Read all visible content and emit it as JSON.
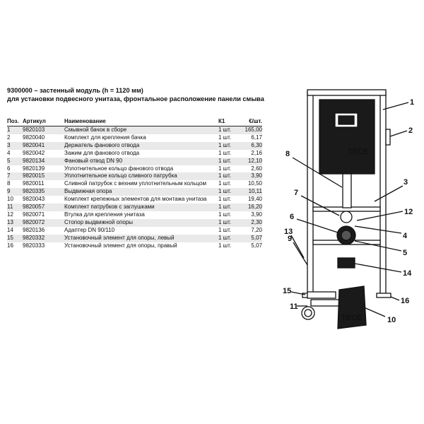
{
  "header": {
    "title_line1": "9300000 – застенный модуль (h = 1120 мм)",
    "title_line2": "для установки подвесного унитаза, фронтальное расположение  панели смыва"
  },
  "table": {
    "columns": [
      "Поз.",
      "Артикул",
      "Наименование",
      "К1",
      "€/шт."
    ],
    "rows": [
      {
        "pos": "1",
        "article": "9820103",
        "name": "Смывной бачок в сборе",
        "unit": "1 шт.",
        "price": "165,00"
      },
      {
        "pos": "2",
        "article": "9820040",
        "name": "Комплект для крепления бачка",
        "unit": "1 шт.",
        "price": "6,17"
      },
      {
        "pos": "3",
        "article": "9820041",
        "name": "Держатель фанового отвода",
        "unit": "1 шт.",
        "price": "6,30"
      },
      {
        "pos": "4",
        "article": "9820042",
        "name": "Зажим для фанового отвода",
        "unit": "1 шт.",
        "price": "2,16"
      },
      {
        "pos": "5",
        "article": "9820134",
        "name": "Фановый отвод DN 90",
        "unit": "1 шт.",
        "price": "12,10"
      },
      {
        "pos": "6",
        "article": "9820139",
        "name": "Уплотнительное кольцо фанового отвода",
        "unit": "1 шт.",
        "price": "2,60"
      },
      {
        "pos": "7",
        "article": "9820015",
        "name": "Уплотнительное кольцо сливного патрубка",
        "unit": "1 шт.",
        "price": "3,90"
      },
      {
        "pos": "8",
        "article": "9820011",
        "name": "Сливной патрубок с вехним уплотнительным кольцом",
        "unit": "1 шт.",
        "price": "10,50"
      },
      {
        "pos": "9",
        "article": "9820335",
        "name": "Выдвижная опора",
        "unit": "1 шт.",
        "price": "10,11"
      },
      {
        "pos": "10",
        "article": "9820043",
        "name": "Комплект крепежных элементов для монтажа унитаза",
        "unit": "1 шт.",
        "price": "19,40"
      },
      {
        "pos": "11",
        "article": "9820057",
        "name": "Комплект патрубков с заглушками",
        "unit": "1 шт.",
        "price": "16,20"
      },
      {
        "pos": "12",
        "article": "9820071",
        "name": "Втулка для крепления унитаза",
        "unit": "1 шт.",
        "price": "3,90"
      },
      {
        "pos": "13",
        "article": "9820072",
        "name": "Стопор выдвижной опоры",
        "unit": "1 шт.",
        "price": "2,30"
      },
      {
        "pos": "14",
        "article": "9820136",
        "name": "Адаптер DN 90/110",
        "unit": "1 шт.",
        "price": "7,20"
      },
      {
        "pos": "15",
        "article": "9820332",
        "name": "Установочный элемент для опоры, левый",
        "unit": "1 шт.",
        "price": "5,07"
      },
      {
        "pos": "16",
        "article": "9820333",
        "name": "Установочный элемент для опоры, правый",
        "unit": "1 шт.",
        "price": "5,07"
      }
    ]
  },
  "drawing": {
    "brand_frame": "TECE.",
    "brand_bag": "TECE",
    "callouts": [
      "1",
      "2",
      "3",
      "4",
      "5",
      "6",
      "7",
      "8",
      "9",
      "10",
      "11",
      "12",
      "13",
      "14",
      "15",
      "16"
    ],
    "colors": {
      "line": "#111111",
      "tank": "#1a1a1a",
      "shade": "#e9e9e9"
    }
  }
}
